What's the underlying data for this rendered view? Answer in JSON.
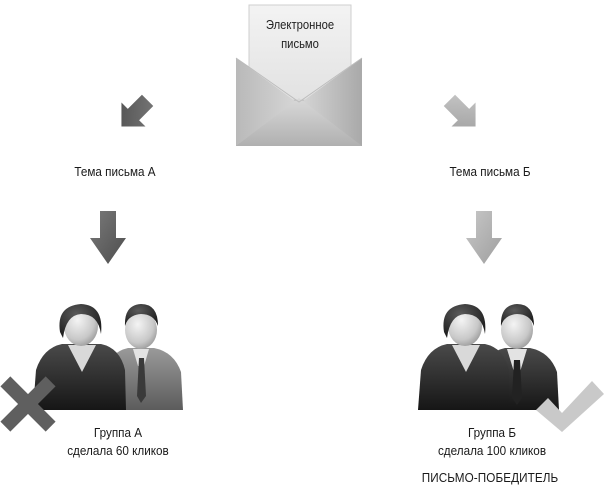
{
  "envelope": {
    "line1": "Электронное",
    "line2": "письмо"
  },
  "branches": [
    {
      "subject": "Тема письма А",
      "group_line1": "Группа А",
      "group_line2": "сделала 60 кликов",
      "result": "loser",
      "result_icon": "cross-icon"
    },
    {
      "subject": "Тема письма Б",
      "group_line1": "Группа Б",
      "group_line2": "сделала 100 кликов",
      "result": "winner",
      "result_icon": "checkmark-icon"
    }
  ],
  "winner_label": "ПИСЬМО-ПОБЕДИТЕЛЬ",
  "colors": {
    "arrow_dark": "#666666",
    "arrow_light": "#b4b4b4",
    "envelope_body": "#c6c6c6",
    "envelope_letter": "#eeeeee",
    "cross": "#5f5f5f",
    "check": "#c9c9c9"
  }
}
